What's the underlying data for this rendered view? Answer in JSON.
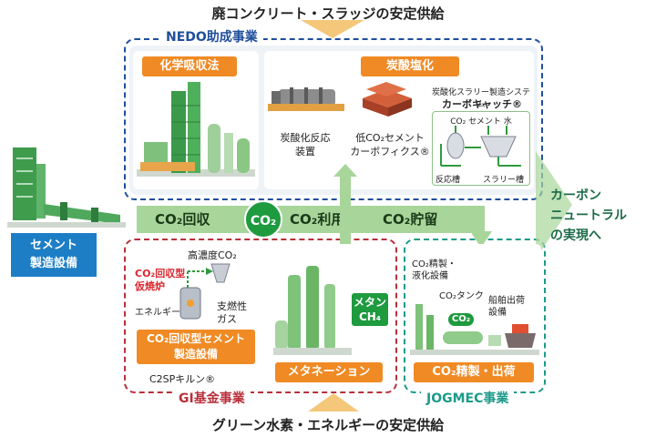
{
  "top_supply": "廃コンクリート・スラッジの安定供給",
  "bottom_supply": "グリーン水素・エネルギーの安定供給",
  "regions": {
    "nedo": "NEDO助成事業",
    "gi": "GI基金事業",
    "jogmec": "JOGMEC事業"
  },
  "cement_facility": {
    "line1": "セメント",
    "line2": "製造設備"
  },
  "chemical_absorption": {
    "title": "化学吸収法"
  },
  "carbonation": {
    "title": "炭酸塩化",
    "reactor_line1": "炭酸化反応",
    "reactor_line2": "装置",
    "cement_line1": "低CO₂セメント",
    "cement_line2": "カーボフィクス®",
    "slurry_line1": "炭酸化スラリー製造システム",
    "slurry_line2": "カーボキャッチ®",
    "slurry_inputs": "CO₂ セメント 水",
    "tank1": "反応槽",
    "tank2": "スラリー槽"
  },
  "flow": {
    "capture": "CO₂回収",
    "center": "CO₂",
    "utilize": "CO₂利用",
    "storage": "CO₂貯留"
  },
  "carbon_neutral": {
    "line1": "カーボン",
    "line2": "ニュートラル",
    "line3": "の実現へ"
  },
  "gi": {
    "high_conc": "高濃度CO₂",
    "calciner_line1": "CO₂回収型",
    "calciner_line2": "仮焼炉",
    "energy": "エネルギー",
    "fuel_line1": "支燃性",
    "fuel_line2": "ガス",
    "kiln_title_line1": "CO₂回収型セメント",
    "kiln_title_line2": "製造設備",
    "kiln_name": "C2SPキルン®"
  },
  "methanation": {
    "title": "メタネーション",
    "methane_line1": "メタン",
    "methane_line2": "CH₄"
  },
  "jogmec": {
    "refine_line1": "CO₂精製・",
    "refine_line2": "液化設備",
    "tank": "CO₂タンク",
    "tank_badge": "CO₂",
    "ship_line1": "船舶出荷",
    "ship_line2": "設備",
    "title": "CO₂精製・出荷"
  }
}
